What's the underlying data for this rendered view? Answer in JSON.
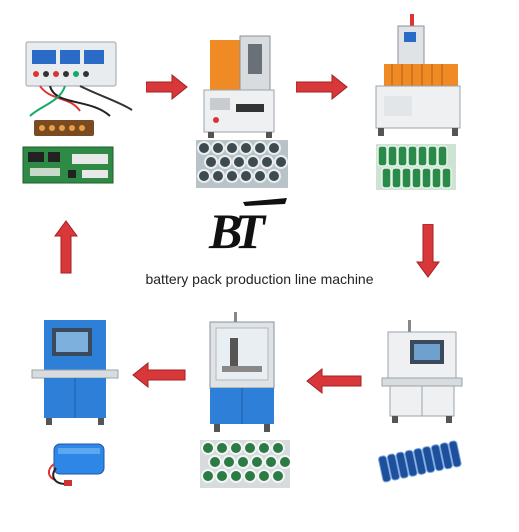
{
  "caption": "battery pack production line machine",
  "logo": {
    "text": "BT"
  },
  "colors": {
    "arrow": "#d8383a",
    "arrow_dark": "#a51f22",
    "machine_white": "#eef0f2",
    "machine_blue": "#2e7fd8",
    "machine_orange": "#f08a24",
    "cell_green": "#2a8a4a",
    "cell_blue": "#1d4f9a"
  },
  "steps": [
    {
      "id": "cell-tester",
      "icon": "battery-tester-icon"
    },
    {
      "id": "cell-sorter",
      "icon": "sorting-machine-icon"
    },
    {
      "id": "cell-loader",
      "icon": "loading-machine-icon"
    },
    {
      "id": "spot-welder",
      "icon": "spot-welder-icon"
    },
    {
      "id": "auto-welder",
      "icon": "automatic-welder-icon"
    },
    {
      "id": "pack-tester",
      "icon": "pack-tester-icon"
    }
  ]
}
